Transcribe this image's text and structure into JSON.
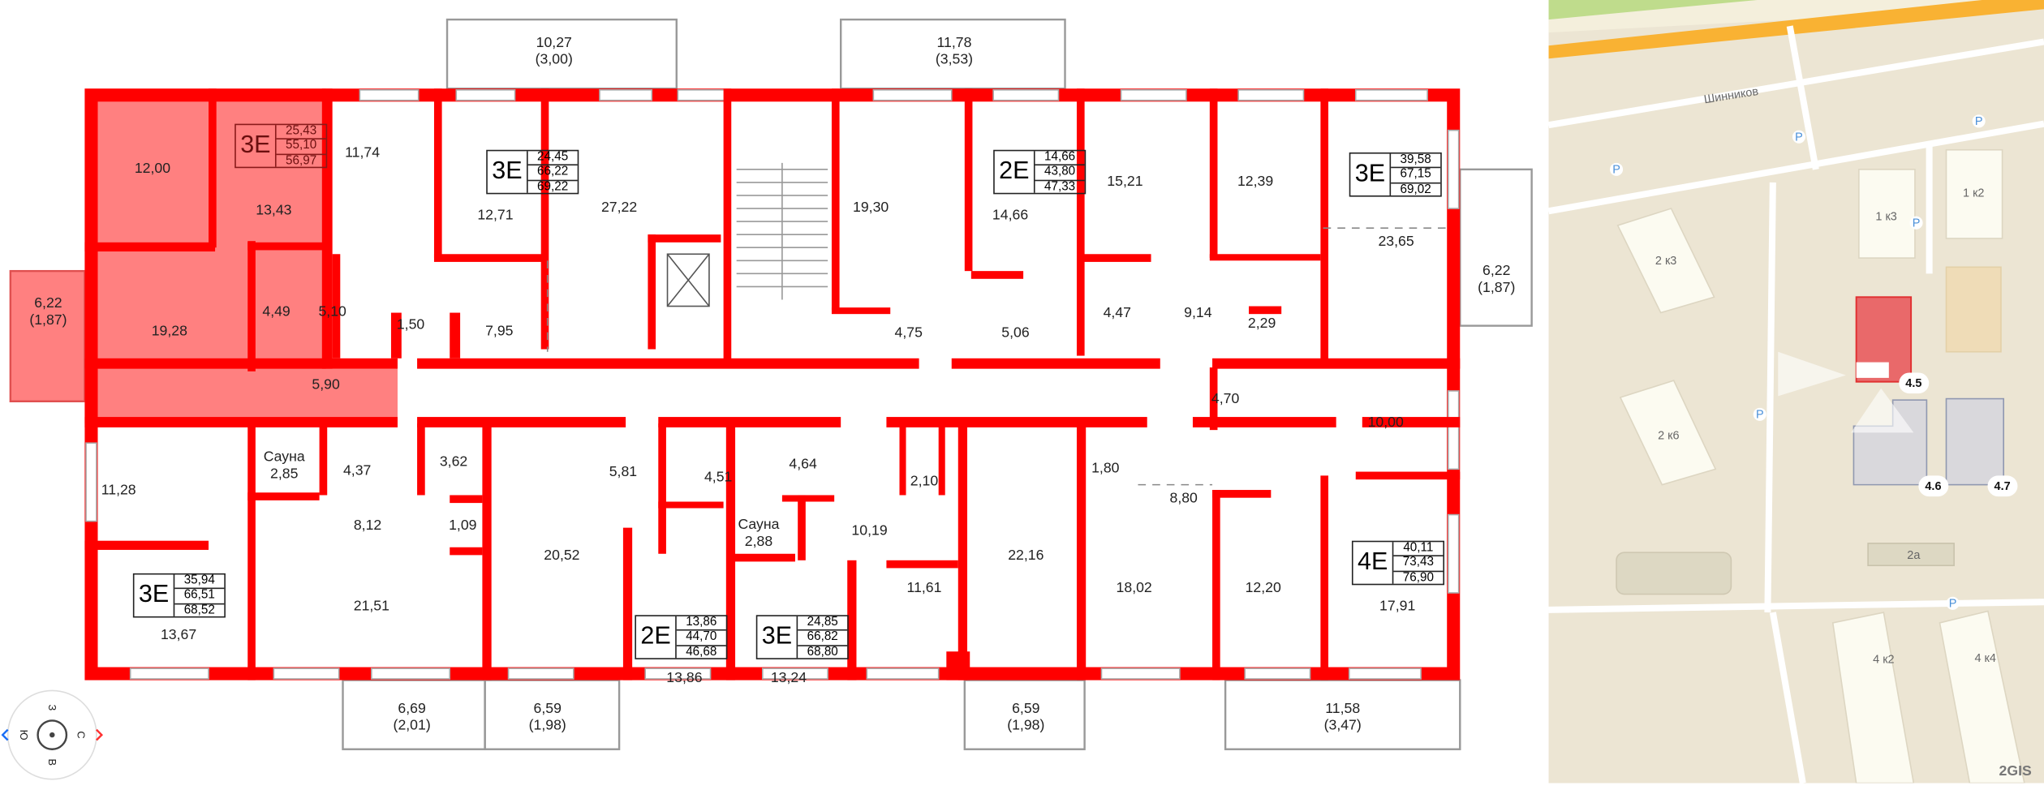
{
  "colors": {
    "wall": "#ff0000",
    "selected_fill": "#ff8080",
    "map_bg": "#ece5d3",
    "highway": "#f9b233",
    "selected_building": "#e9696a"
  },
  "rooms": [
    "12,00",
    "13,43",
    "19,28",
    "4,49",
    "5,90",
    "11,74",
    "12,71",
    "5,10",
    "1,50",
    "7,95",
    "27,22",
    "19,30",
    "14,66",
    "4,75",
    "5,06",
    "15,21",
    "12,39",
    "23,65",
    "4,47",
    "9,14",
    "2,29",
    "4,70",
    "10,00",
    "11,28",
    "3,62",
    "4,37",
    "8,12",
    "1,09",
    "21,51",
    "13,67",
    "20,52",
    "5,81",
    "4,51",
    "4,64",
    "2,10",
    "10,19",
    "22,16",
    "11,61",
    "13,86",
    "13,24",
    "1,80",
    "8,80",
    "18,02",
    "12,20",
    "17,91"
  ],
  "saunas": [
    {
      "label": "Сауна",
      "area": "2,85"
    },
    {
      "label": "Сауна",
      "area": "2,88"
    }
  ],
  "balconies": [
    {
      "area": "6,22",
      "reduced": "(1,87)"
    },
    {
      "area": "10,27",
      "reduced": "(3,00)"
    },
    {
      "area": "11,78",
      "reduced": "(3,53)"
    },
    {
      "area": "6,22",
      "reduced": "(1,87)"
    },
    {
      "area": "6,69",
      "reduced": "(2,01)"
    },
    {
      "area": "6,59",
      "reduced": "(1,98)"
    },
    {
      "area": "6,59",
      "reduced": "(1,98)"
    },
    {
      "area": "11,58",
      "reduced": "(3,47)"
    }
  ],
  "apartments": [
    {
      "type": "3Е",
      "living": "25,43",
      "total": "55,10",
      "total_with_balcony": "56,97",
      "selected": true
    },
    {
      "type": "3Е",
      "living": "24,45",
      "total": "66,22",
      "total_with_balcony": "69,22"
    },
    {
      "type": "2Е",
      "living": "14,66",
      "total": "43,80",
      "total_with_balcony": "47,33"
    },
    {
      "type": "3Е",
      "living": "39,58",
      "total": "67,15",
      "total_with_balcony": "69,02"
    },
    {
      "type": "4Е",
      "living": "40,11",
      "total": "73,43",
      "total_with_balcony": "76,90"
    },
    {
      "type": "3Е",
      "living": "35,94",
      "total": "66,51",
      "total_with_balcony": "68,52"
    },
    {
      "type": "2Е",
      "living": "13,86",
      "total": "44,70",
      "total_with_balcony": "46,68"
    },
    {
      "type": "3Е",
      "living": "24,85",
      "total": "66,82",
      "total_with_balcony": "68,80"
    }
  ],
  "compass": {
    "north": "С",
    "south": "Ю",
    "west": "З",
    "east": "В",
    "rotate_left_icon": "chevron-left-icon",
    "rotate_right_icon": "chevron-right-icon"
  },
  "map": {
    "street": "Шинников",
    "buildings": [
      "1 к3",
      "1 к2",
      "2 к3",
      "2 к6",
      "2а",
      "4 к2",
      "4 к4"
    ],
    "pins": [
      "4.5",
      "4.6",
      "4.7"
    ],
    "parking": "P",
    "attribution": "2GIS"
  }
}
